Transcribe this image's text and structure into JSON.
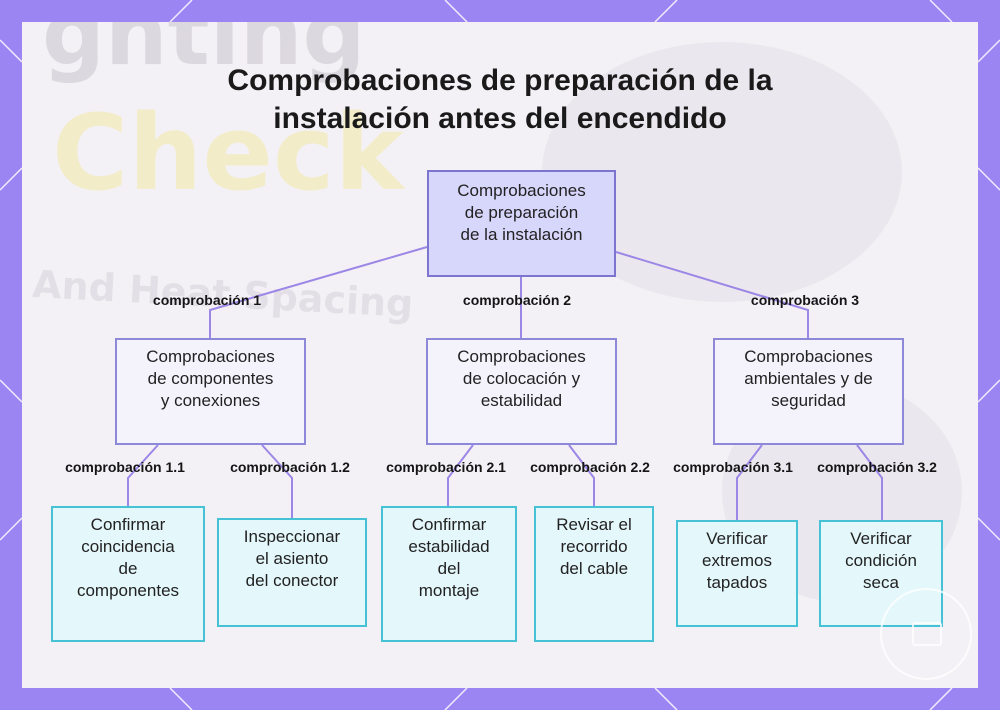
{
  "title_line1": "Comprobaciones de preparación de la",
  "title_line2": "instalación antes del encendido",
  "background": {
    "word1": "ghting",
    "word2": "Check",
    "word3": "And Heat Spacing"
  },
  "colors": {
    "frame": "#9a85f2",
    "root_fill": "#d7d6fb",
    "mid_border": "#8d88d8",
    "leaf_border": "#46c2d6",
    "edge": "#9b87e6"
  },
  "nodes": {
    "root": "Comprobaciones\nde preparación\nde la instalación",
    "n1": "Comprobaciones\nde componentes\ny conexiones",
    "n2": "Comprobaciones\nde colocación y\nestabilidad",
    "n3": "Comprobaciones\nambientales y de\nseguridad",
    "n11": "Confirmar\ncoincidencia\nde\ncomponentes",
    "n12": "Inspeccionar\nel asiento\ndel conector",
    "n21": "Confirmar\nestabilidad\ndel\nmontaje",
    "n22": "Revisar el\nrecorrido\ndel cable",
    "n31": "Verificar\nextremos\ntapados",
    "n32": "Verificar\ncondición\nseca"
  },
  "edge_labels": {
    "e1": "comprobación 1",
    "e2": "comprobación 2",
    "e3": "comprobación 3",
    "e11": "comprobación 1.1",
    "e12": "comprobación 1.2",
    "e21": "comprobación 2.1",
    "e22": "comprobación 2.2",
    "e31": "comprobación 3.1",
    "e32": "comprobación 3.2"
  }
}
